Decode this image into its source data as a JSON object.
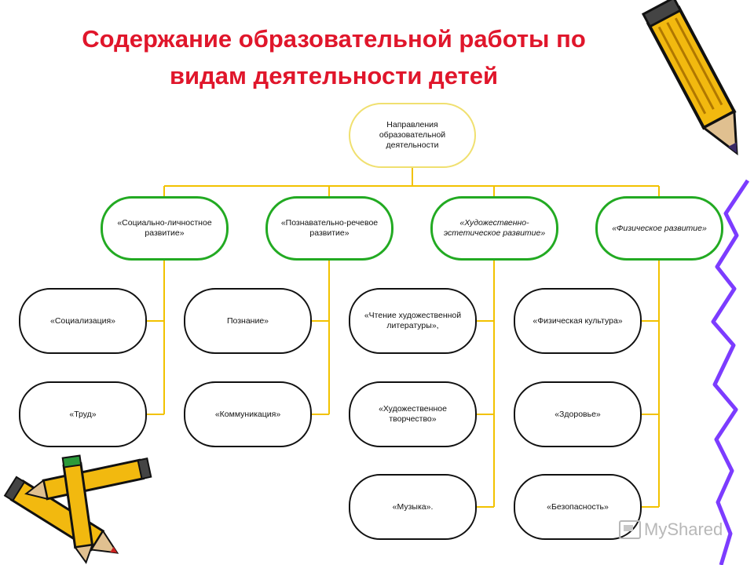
{
  "title": {
    "line1": "Содержание образовательной работы по",
    "line2": "видам деятельности детей"
  },
  "diagram": {
    "root": "Направления образовательной деятельности",
    "categories": [
      {
        "label": "«Социально-личностное развитие»",
        "italic": false,
        "items": [
          "«Социализация»",
          "«Труд»"
        ]
      },
      {
        "label": "«Познавательно-речевое развитие»",
        "italic": false,
        "items": [
          "Познание»",
          "«Коммуникация»"
        ]
      },
      {
        "label": "«Художественно-эстетическое развитие»",
        "italic": true,
        "items": [
          "«Чтение художественной литературы»,",
          "«Художественное творчество»",
          "«Музыка»."
        ]
      },
      {
        "label": "«Физическое развитие»",
        "italic": true,
        "items": [
          "«Физическая культура»",
          "«Здоровье»",
          "«Безопасность»"
        ]
      }
    ]
  },
  "colors": {
    "title": "#e0162b",
    "connector": "#f2c200",
    "category_border": "#22aa22",
    "root_border": "#f0e070",
    "item_border": "#111111",
    "decor_ribbon": "#7c3cff"
  },
  "decorations": [
    "pencil-icon",
    "pencils-cluster-icon",
    "ribbon-decoration"
  ],
  "watermark": {
    "text": "MyShared",
    "icon": "presentation-icon"
  }
}
